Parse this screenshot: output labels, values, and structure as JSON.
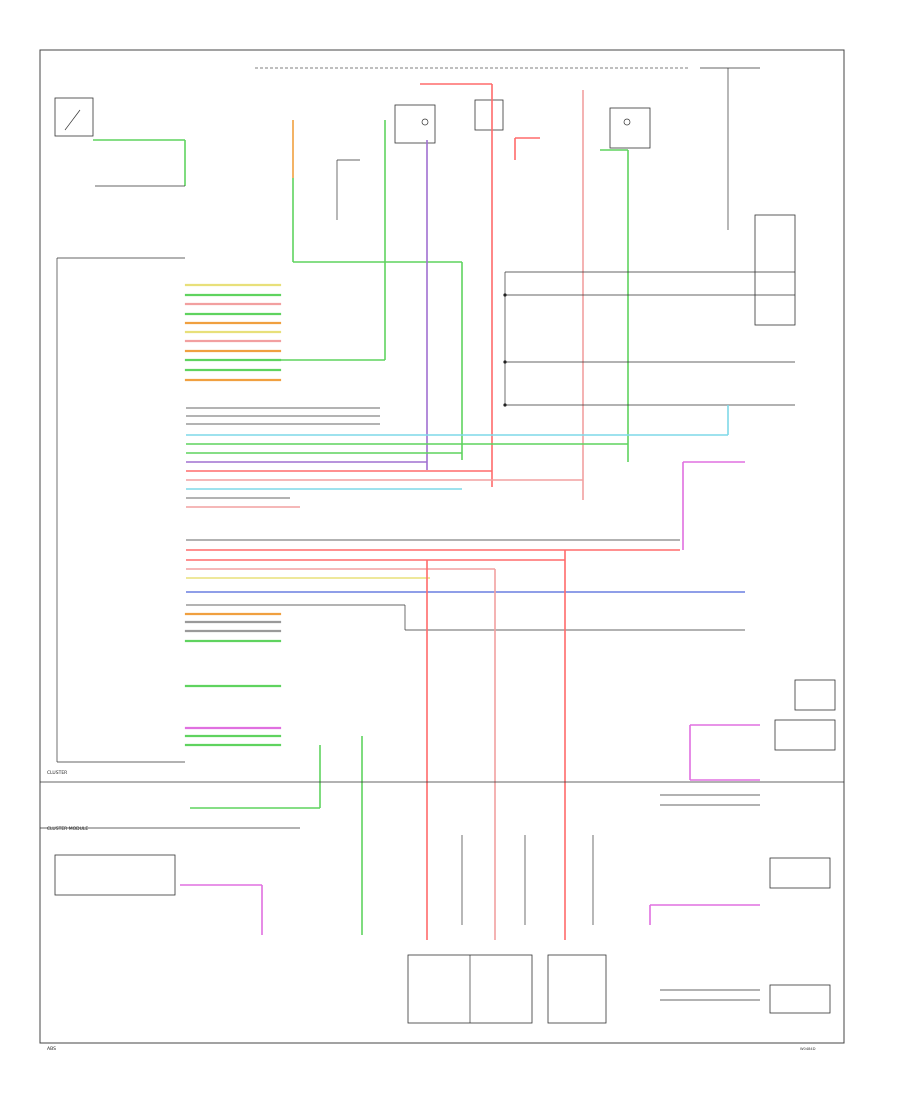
{
  "footer": {
    "code": "W0484D"
  },
  "colors": {
    "wire_green": "#5fd35f",
    "wire_orange": "#f0a040",
    "wire_red": "#ff6b6b",
    "wire_pink": "#f2a0a0",
    "wire_violet": "#a070d0",
    "wire_lightblue": "#7fd8e8",
    "wire_yellow": "#e8e07a",
    "wire_blue": "#6a7fe0",
    "wire_magenta": "#e070e0",
    "wire_gray": "#9a9a9a",
    "line": "#333333"
  },
  "labels": {
    "cluster": "CLUSTER",
    "cluster_module": "CLUSTER MODULE",
    "abs": "ABS"
  }
}
